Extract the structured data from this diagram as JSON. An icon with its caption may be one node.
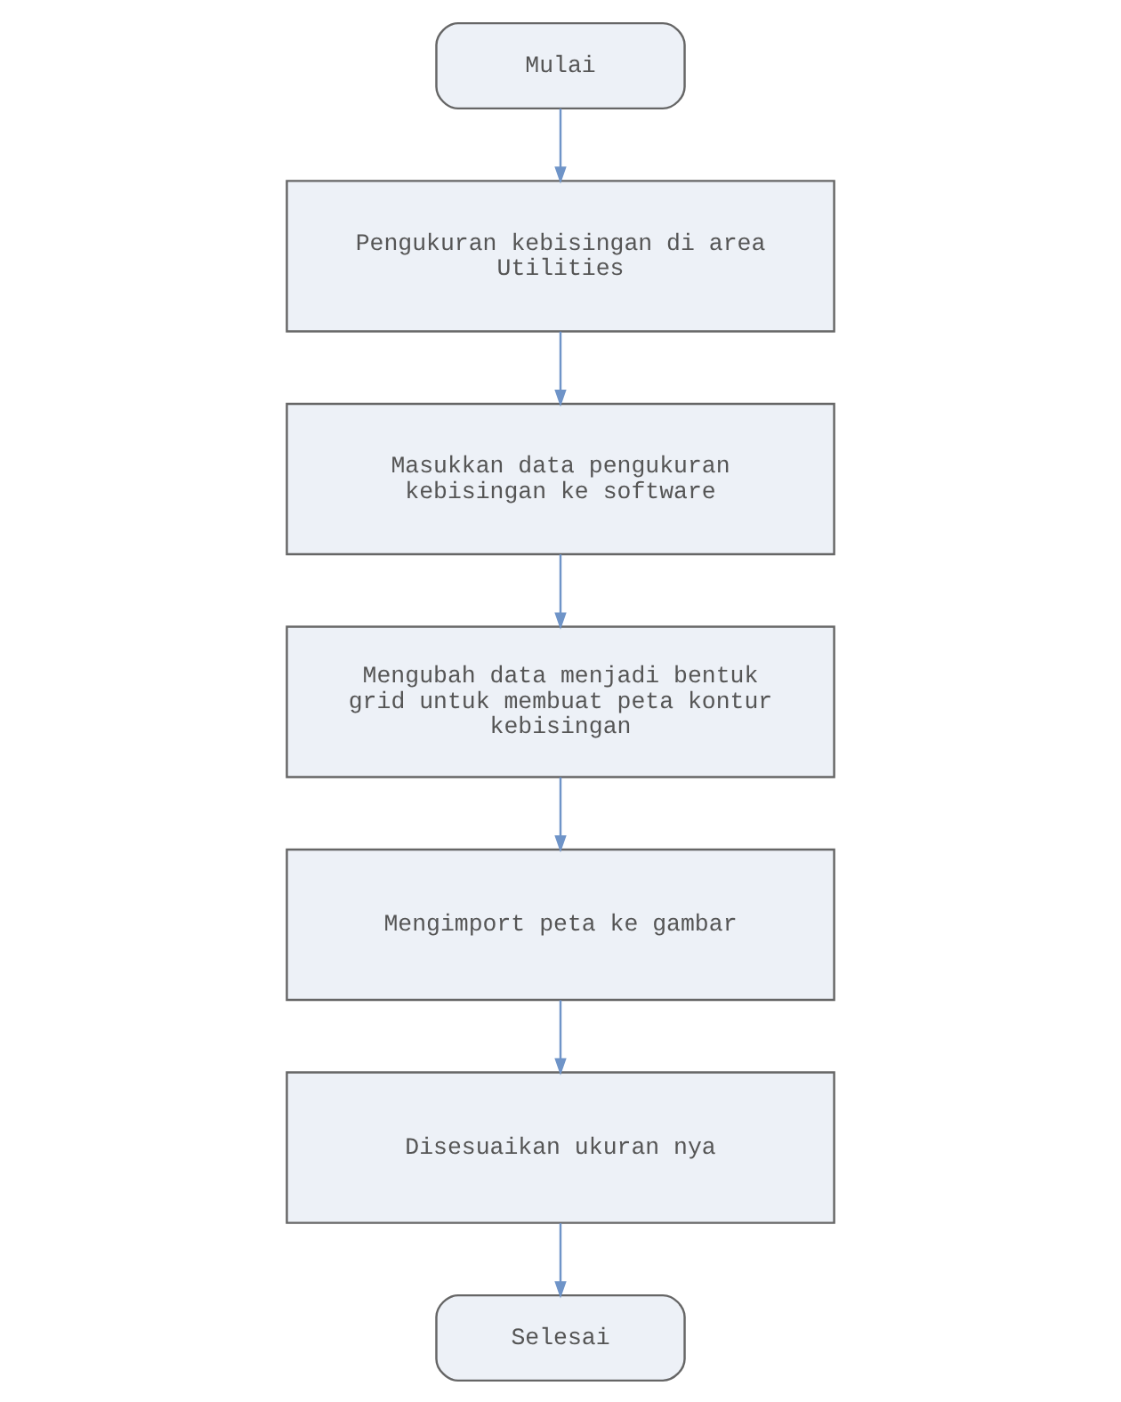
{
  "diagram": {
    "nodes": [
      {
        "text": [
          "Mulai"
        ]
      },
      {
        "text": [
          "Pengukuran kebisingan di area Utilities"
        ]
      },
      {
        "text": [
          "Masukkan data pengukuran kebisingan ke software"
        ]
      },
      {
        "text": [
          "Mengubah data menjadi bentuk grid untuk membuat peta kontur kebisingan"
        ]
      },
      {
        "text": [
          "Mengimport peta ke gambar"
        ]
      },
      {
        "text": [
          "Disesuaikan ukuran nya"
        ]
      },
      {
        "text": [
          "Selesai"
        ]
      }
    ],
    "edges": [
      {
        "from": 0,
        "to": 1,
        "arrow": "to"
      },
      {
        "from": 1,
        "to": 2,
        "arrow": "to"
      },
      {
        "from": 2,
        "to": 3,
        "arrow": "to"
      },
      {
        "from": 3,
        "to": 4,
        "arrow": "to"
      },
      {
        "from": 4,
        "to": 5,
        "arrow": "to"
      },
      {
        "from": 5,
        "to": 6,
        "arrow": "to"
      }
    ]
  }
}
